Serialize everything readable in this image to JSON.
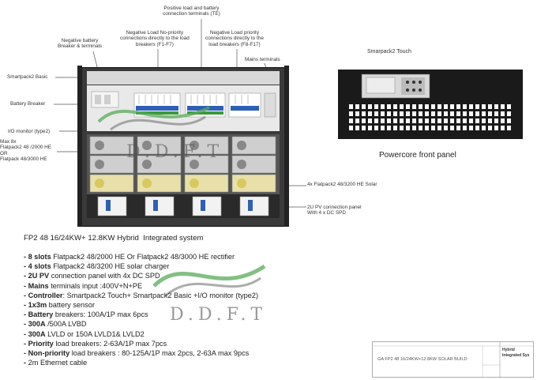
{
  "callouts": {
    "positive_terminals": "Positive load and battery\nconnection terminals (TE)",
    "negative_battery": "Negative battery\nBreaker & terminals",
    "negative_no_priority": "Negative Load No-priority\nconnections directly to the load\nbreakers (F1-F7)",
    "negative_priority": "Negative Load priority\nconnections directly to the\nload breakers (F8-F17)",
    "mains_terminals": "Mains terminals",
    "smartpack2_basic": "Smartpack2 Basic",
    "battery_breaker": "Battery Breaker",
    "io_monitor": "I/O monitor (type2)",
    "rectifier_options": "Max 8x\nFlatpack2 48 /2000 HE\nOR\nFlatpack 48/3000 HE",
    "solar_chargers": "4x Flatpack2 48/3200 HE Solar",
    "pv_panel": "2U PV connection panel\nWith 4 x DC SPD",
    "smartpack2_touch": "Smarpack2 Touch",
    "front_panel_title": "Powercore front panel"
  },
  "watermark": {
    "logo_text": "D.D.F.T"
  },
  "spec": {
    "heading": "FP2 48 16/24KW+ 12.8KW Hybrid  Integrated system",
    "items": [
      {
        "bold": "- 8 slots",
        "rest": "  Flatpack2 48/2000 HE Or Flatpack2 48/3000 HE rectifier"
      },
      {
        "bold": "- 4 slots",
        "rest": "  Flatpack2 48/3200 HE solar charger"
      },
      {
        "bold": "- 2U  PV",
        "rest": " connection panel with 4x DC SPD"
      },
      {
        "bold": "- Mains",
        "rest": " terminals input :400V+N+PE"
      },
      {
        "bold": "- Controller",
        "rest": ": Smartpack2 Touch+ Smartpack2 Basic +I/O monitor (type2)"
      },
      {
        "bold": "- 1x3m",
        "rest": " battery sensor"
      },
      {
        "bold": "- Battery",
        "rest": " breakers: 100A/1P max 6pcs"
      },
      {
        "bold": "- 300A",
        "rest": " /500A LVBD"
      },
      {
        "bold": "- 300A",
        "rest": "  LVLD or 150A LVLD1& LVLD2"
      },
      {
        "bold": "- Priority",
        "rest": " load breakers: 2-63A/1P  max 7pcs"
      },
      {
        "bold": "- Non-priority",
        "rest": " load breakers :  80-125A/1P max 2pcs, 2-63A max 9pcs"
      },
      {
        "bold": "- ",
        "rest": " 2m Ethernet cable"
      }
    ]
  },
  "title_block": {
    "code": "GA FP2 48 16/24KW+12.8KW SOLAR BUILD",
    "title": "Hybrid\nIntegrated Sys"
  },
  "colors": {
    "rack": "#3a3a3a",
    "breaker_blue": "#2f5fb5",
    "breaker_green": "#3a9a3a",
    "front_panel": "#1a1a1a"
  }
}
